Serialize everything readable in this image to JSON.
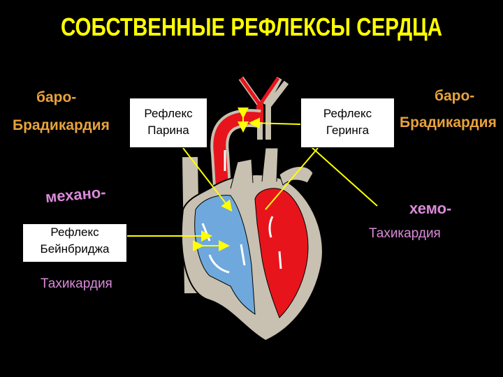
{
  "title": "СОБСТВЕННЫЕ  РЕФЛЕКСЫ СЕРДЦА",
  "left": {
    "baro_prefix": "баро-",
    "baro_effect": "Брадикардия",
    "mechano_prefix": "механо-",
    "bainbridge_line1": "Рефлекс",
    "bainbridge_line2": "Бейнбриджа",
    "tachy": "Тахикардия"
  },
  "center": {
    "parin_line1": "Рефлекс",
    "parin_line2": "Парина",
    "hering_line1": "Рефлекс",
    "hering_line2": "Геринга"
  },
  "right": {
    "baro_prefix": "баро-",
    "baro_effect": "Брадикардия",
    "chemo_prefix": "хемо-",
    "tachy": "Тахикардия"
  },
  "colors": {
    "title": "#ffff00",
    "baro": "#e8a23c",
    "receptor_prefix": "#d98ad8",
    "arterial": "#e8141c",
    "venous": "#6fa8dc",
    "tissue": "#c8c0b0",
    "arrow": "#ffff00"
  }
}
